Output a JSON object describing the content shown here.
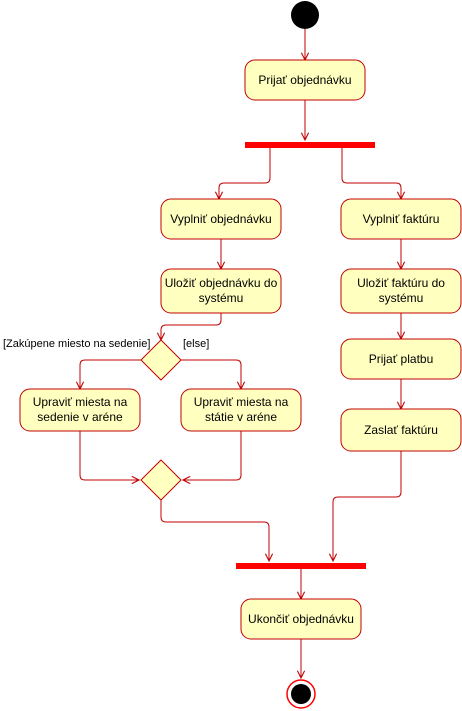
{
  "colors": {
    "line": "#c00000",
    "node_fill": "#ffffc0",
    "bar": "#ff0000",
    "initial": "#000000"
  },
  "nodes": {
    "prijat_objednavku": "Prijať objednávku",
    "vyplnit_objednavku": "Vyplniť objednávku",
    "ulozit_objednavku_1": "Uložiť objednávku do",
    "ulozit_objednavku_2": "systému",
    "upravit_sedenie_1": "Upraviť miesta na",
    "upravit_sedenie_2": "sedenie v aréne",
    "upravit_statie_1": "Upraviť miesta na",
    "upravit_statie_2": "státie v aréne",
    "vyplnit_fakturu": "Vyplniť faktúru",
    "ulozit_fakturu_1": "Uložiť faktúru do",
    "ulozit_fakturu_2": "systému",
    "prijat_platbu": "Prijať platbu",
    "zaslat_fakturu": "Zaslať faktúru",
    "ukoncit_objednavku": "Ukončiť objednávku"
  },
  "guards": {
    "seated": "[Zakúpene miesto na sedenie]",
    "else": "[else]"
  }
}
